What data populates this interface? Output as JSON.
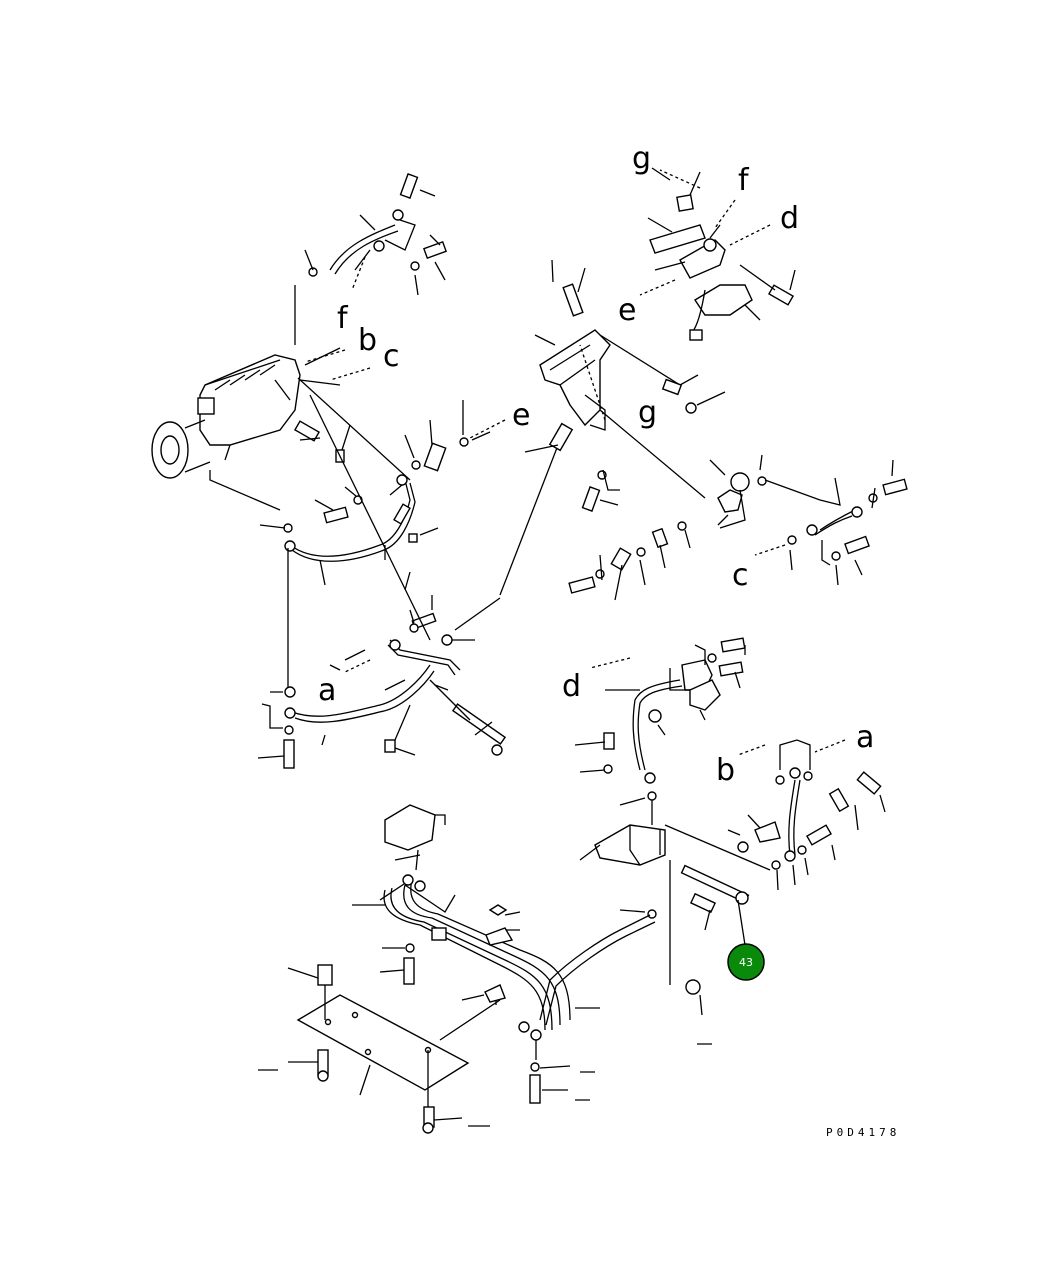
{
  "diagram": {
    "drawing_code": "P0D4178",
    "reference_letters": {
      "a_left": "a",
      "a_right": "a",
      "b_top": "b",
      "b_right": "b",
      "c_top": "c",
      "c_right": "c",
      "d_top": "d",
      "d_mid": "d",
      "e_top": "e",
      "e_mid": "e",
      "f_top": "f",
      "f_left": "f",
      "g_top": "g",
      "g_mid": "g"
    },
    "callout": {
      "number": "43",
      "color": "#0a8a0a"
    }
  }
}
